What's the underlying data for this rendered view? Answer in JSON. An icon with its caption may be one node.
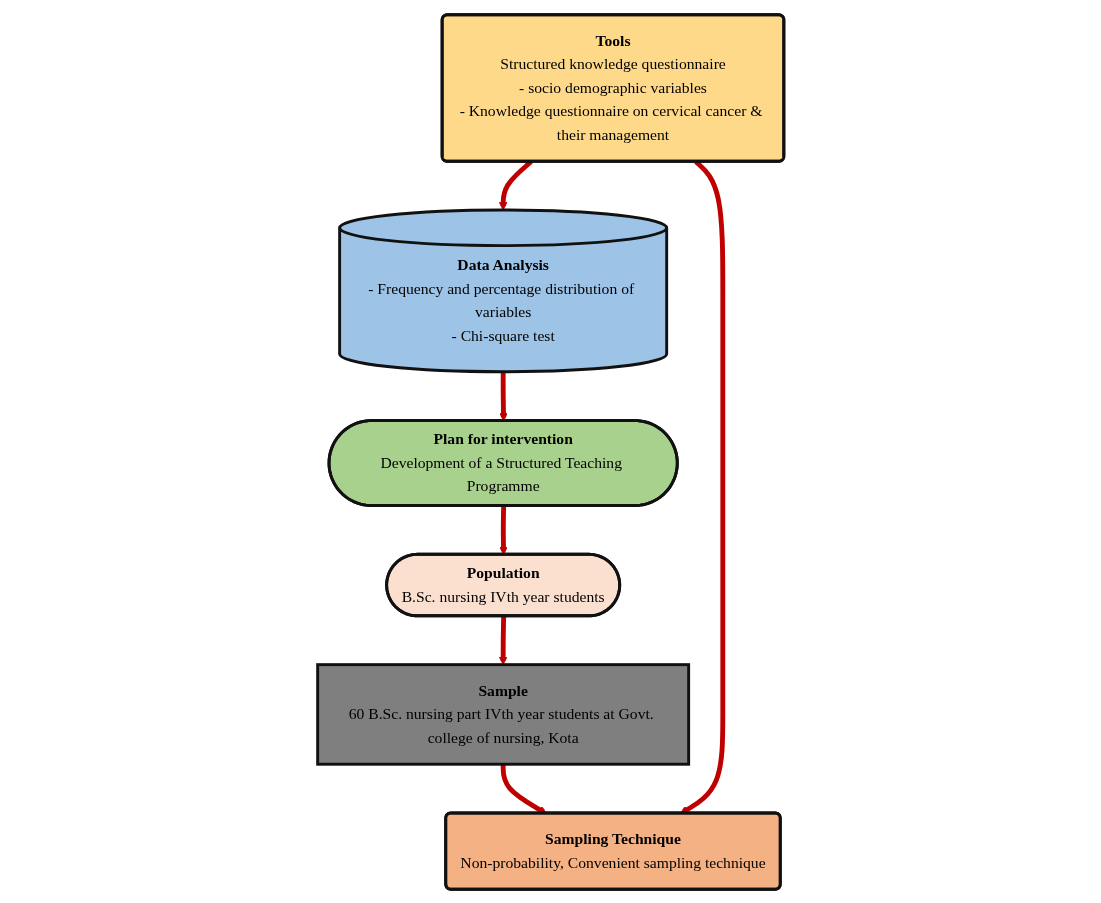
{
  "diagram": {
    "nodes": [
      {
        "text": [
          "Population",
          "B.Sc. nursing IVth year students"
        ]
      },
      {
        "text": [
          "Plan for intervention",
          "Development of a Structured Teaching Programme"
        ]
      },
      {
        "text": [
          "Sample",
          "60 B.Sc. nursing part IVth year students at Govt. college of nursing, Kota"
        ]
      },
      {
        "text": [
          "Data Analysis",
          "- Frequency and percentage distribution of variables",
          "- Chi-square test"
        ]
      },
      {
        "text": [
          "Sampling Technique",
          "Non-probability, Convenient sampling technique"
        ]
      },
      {
        "text": [
          "Tools",
          "Structured knowledge questionnaire",
          "- socio demographic variables",
          "- Knowledge questionnaire on cervical cancer & their management"
        ]
      }
    ],
    "edges": [
      {
        "from": 1,
        "to": 0,
        "arrow": "to"
      },
      {
        "from": 0,
        "to": 2,
        "arrow": "to"
      },
      {
        "from": 2,
        "to": 4,
        "arrow": "to"
      },
      {
        "from": 5,
        "to": 4,
        "arrow": "to"
      },
      {
        "from": 5,
        "to": 3,
        "arrow": "to"
      },
      {
        "from": 3,
        "to": 1,
        "arrow": "to"
      }
    ]
  }
}
